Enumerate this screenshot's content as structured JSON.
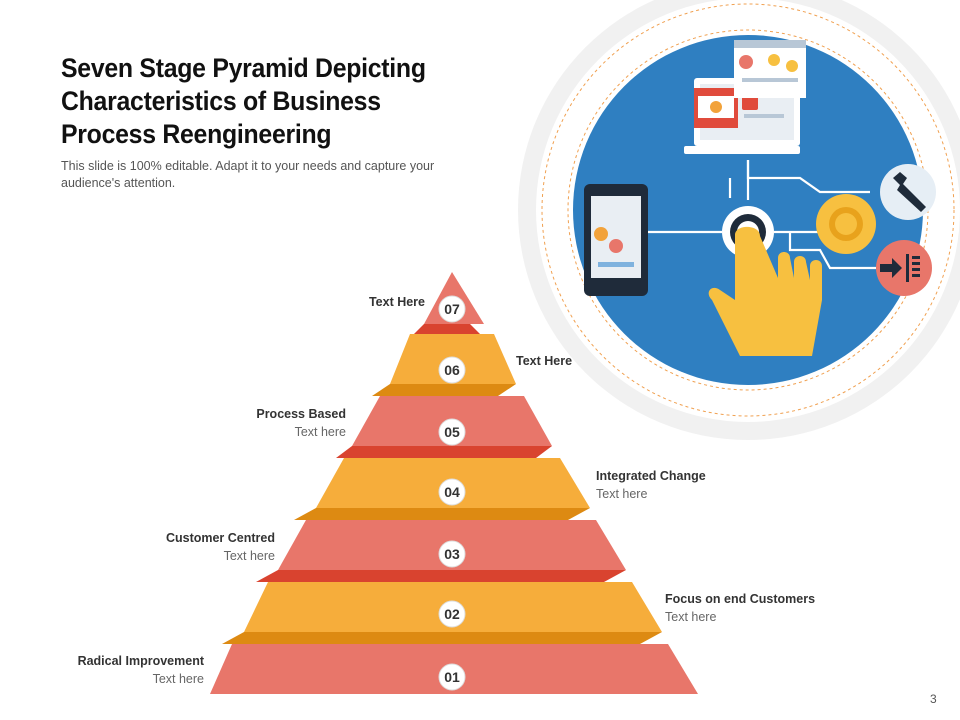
{
  "title": "Seven Stage Pyramid Depicting Characteristics of Business Process Reengineering",
  "subtitle": "This slide is 100% editable. Adapt it to your needs and capture your audience's attention.",
  "colors": {
    "red": "#e8766a",
    "red_dark": "#d9432f",
    "orange": "#f6ad3b",
    "orange_dark": "#dd8a12",
    "circle_blue": "#2f7fc1",
    "yellow": "#f7c040"
  },
  "pyramid": {
    "levels": [
      {
        "number": "07",
        "heading": "Text Here",
        "sub": ""
      },
      {
        "number": "06",
        "heading": "Text Here",
        "sub": ""
      },
      {
        "number": "05",
        "heading": "Process  Based",
        "sub": "Text here"
      },
      {
        "number": "04",
        "heading": "Integrated Change",
        "sub": "Text here"
      },
      {
        "number": "03",
        "heading": "Customer  Centred",
        "sub": "Text here"
      },
      {
        "number": "02",
        "heading": "Focus  on end Customers",
        "sub": "Text here"
      },
      {
        "number": "01",
        "heading": "Radical Improvement",
        "sub": "Text here"
      }
    ]
  },
  "illustration": {
    "icons": [
      "laptop-icon",
      "tablet-icon",
      "touch-hand-icon",
      "wrench-icon",
      "gear-icon",
      "arrow-in-icon"
    ]
  },
  "page_number": "3"
}
